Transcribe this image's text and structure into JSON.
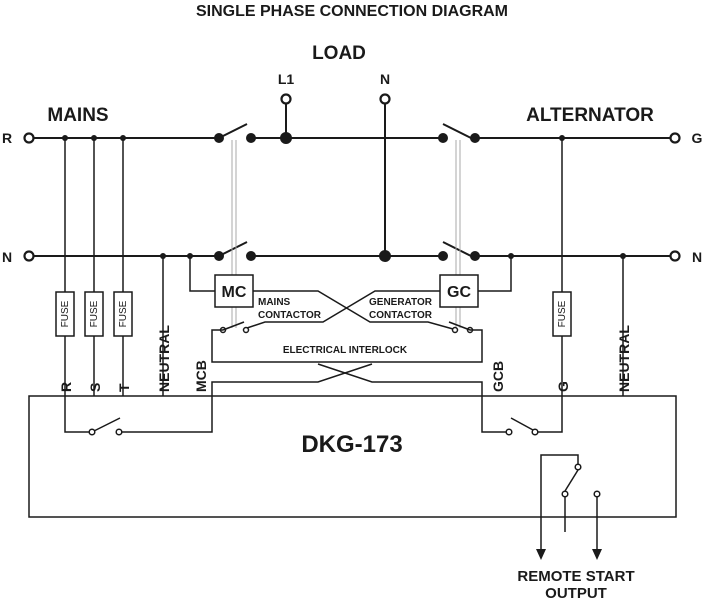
{
  "title": "SINGLE PHASE CONNECTION DIAGRAM",
  "sections": {
    "load": "LOAD",
    "mains": "MAINS",
    "alternator": "ALTERNATOR"
  },
  "terminals": {
    "l1": "L1",
    "load_neutral": "N",
    "mains_phase": "R",
    "mains_neutral": "N",
    "alternator_phase": "G",
    "alternator_neutral": "N"
  },
  "fuse_label": "FUSE",
  "contactors": {
    "mains": {
      "code": "MC",
      "caption_line1": "MAINS",
      "caption_line2": "CONTACTOR"
    },
    "generator": {
      "code": "GC",
      "caption_line1": "GENERATOR",
      "caption_line2": "CONTACTOR"
    }
  },
  "interlock_label": "ELECTRICAL INTERLOCK",
  "controller": {
    "name": "DKG-173",
    "inputs": [
      "R",
      "S",
      "T",
      "NEUTRAL",
      "MCB",
      "GCB",
      "G",
      "NEUTRAL"
    ]
  },
  "remote_start": {
    "line1": "REMOTE START",
    "line2": "OUTPUT"
  }
}
